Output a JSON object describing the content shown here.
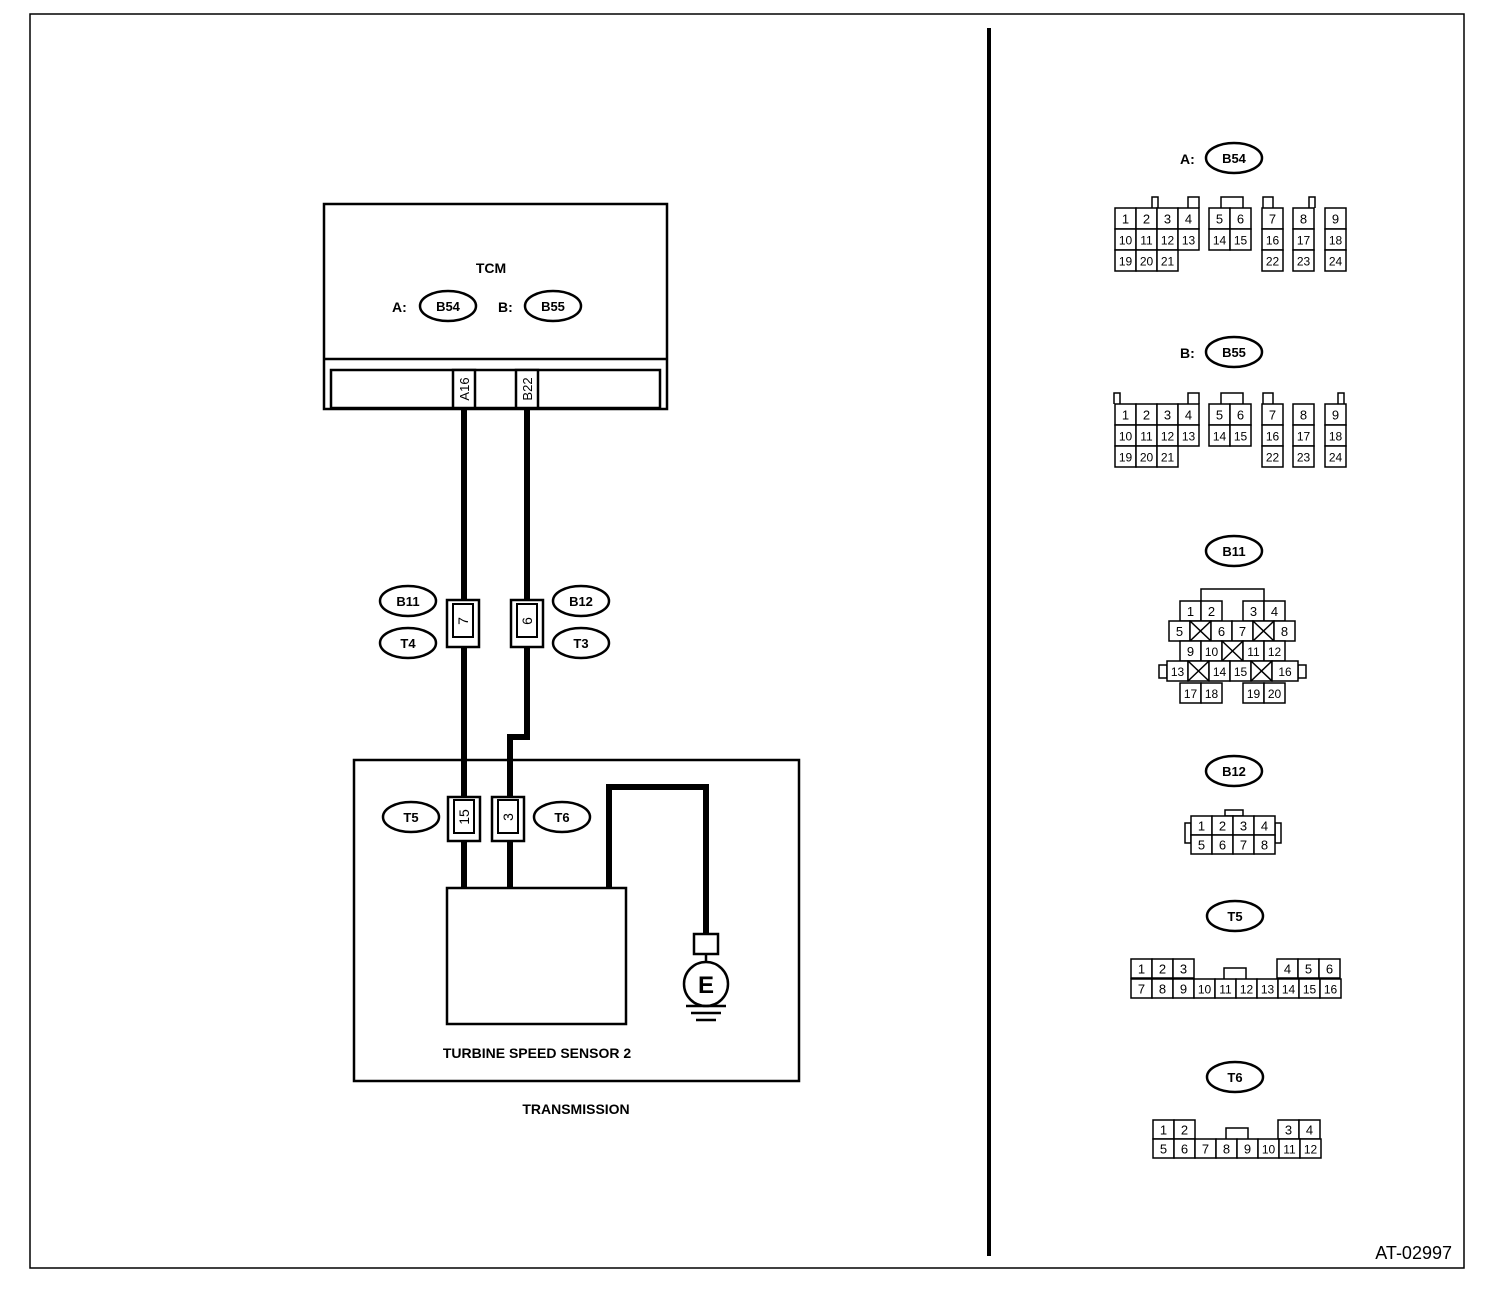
{
  "tcm": {
    "title": "TCM",
    "conn_a_prefix": "A:",
    "conn_a": "B54",
    "conn_b_prefix": "B:",
    "conn_b": "B55",
    "pin_a": "A16",
    "pin_b": "B22"
  },
  "harness": {
    "left_connectors": [
      "B11",
      "T4"
    ],
    "right_connectors": [
      "B12",
      "T3"
    ],
    "left_pin": "7",
    "right_pin": "6"
  },
  "transmission": {
    "label": "TRANSMISSION",
    "sensor_label": "TURBINE SPEED SENSOR 2",
    "left_connector": "T5",
    "right_connector": "T6",
    "left_pin": "15",
    "right_pin": "3",
    "ground_label": "E"
  },
  "connector_views": {
    "b54": {
      "prefix": "A:",
      "name": "B54",
      "rows": [
        [
          "1",
          "2",
          "3",
          "4",
          "5",
          "6",
          "7",
          "8",
          "9"
        ],
        [
          "10",
          "11",
          "12",
          "13",
          "14",
          "15",
          "16",
          "17",
          "18"
        ],
        [
          "19",
          "20",
          "21",
          "22",
          "23",
          "24"
        ]
      ]
    },
    "b55": {
      "prefix": "B:",
      "name": "B55",
      "rows": [
        [
          "1",
          "2",
          "3",
          "4",
          "5",
          "6",
          "7",
          "8",
          "9"
        ],
        [
          "10",
          "11",
          "12",
          "13",
          "14",
          "15",
          "16",
          "17",
          "18"
        ],
        [
          "19",
          "20",
          "21",
          "22",
          "23",
          "24"
        ]
      ]
    },
    "b11": {
      "name": "B11",
      "rows": [
        [
          "1",
          "2",
          "3",
          "4"
        ],
        [
          "5",
          "6",
          "7",
          "8"
        ],
        [
          "9",
          "10",
          "11",
          "12"
        ],
        [
          "13",
          "14",
          "15",
          "16"
        ],
        [
          "17",
          "18",
          "19",
          "20"
        ]
      ]
    },
    "b12": {
      "name": "B12",
      "rows": [
        [
          "1",
          "2",
          "3",
          "4"
        ],
        [
          "5",
          "6",
          "7",
          "8"
        ]
      ]
    },
    "t5": {
      "name": "T5",
      "rows": [
        [
          "1",
          "2",
          "3",
          "4",
          "5",
          "6"
        ],
        [
          "7",
          "8",
          "9",
          "10",
          "11",
          "12",
          "13",
          "14",
          "15",
          "16"
        ]
      ]
    },
    "t6": {
      "name": "T6",
      "rows": [
        [
          "1",
          "2",
          "3",
          "4"
        ],
        [
          "5",
          "6",
          "7",
          "8",
          "9",
          "10",
          "11",
          "12"
        ]
      ]
    }
  },
  "figure_id": "AT-02997"
}
